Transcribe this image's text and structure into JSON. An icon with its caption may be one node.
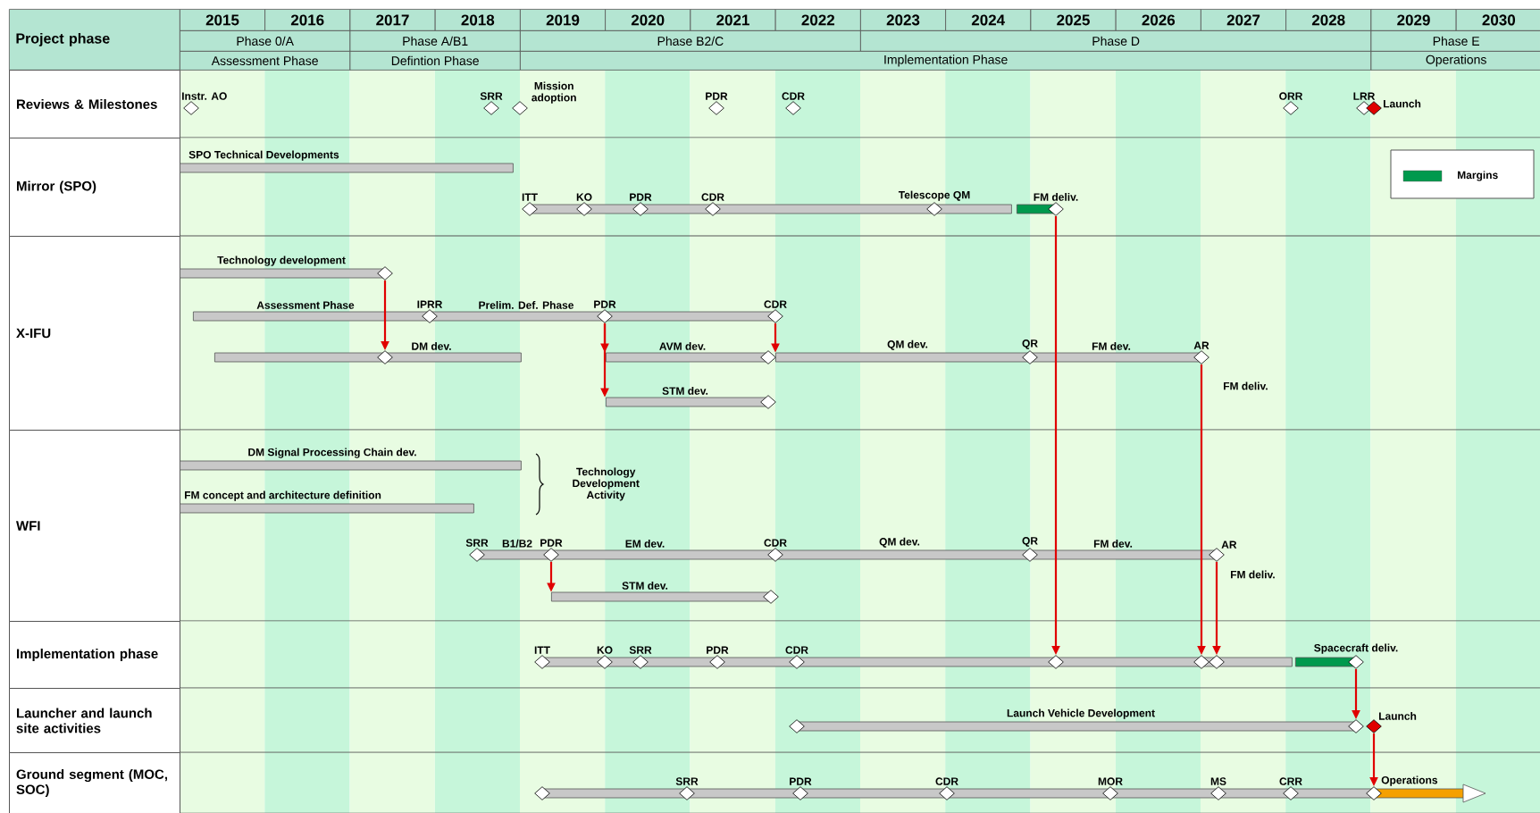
{
  "diagram": {
    "nodes": [
      {
        "text": [
          "Project phase"
        ]
      },
      {
        "text": [
          "2015"
        ]
      },
      {
        "text": [
          "2016"
        ]
      },
      {
        "text": [
          "2017"
        ]
      },
      {
        "text": [
          "2018"
        ]
      },
      {
        "text": [
          "2019"
        ]
      },
      {
        "text": [
          "2020"
        ]
      },
      {
        "text": [
          "2021"
        ]
      },
      {
        "text": [
          "2022"
        ]
      },
      {
        "text": [
          "2023"
        ]
      },
      {
        "text": [
          "2024"
        ]
      },
      {
        "text": [
          "2025"
        ]
      },
      {
        "text": [
          "2026"
        ]
      },
      {
        "text": [
          "2027"
        ]
      },
      {
        "text": [
          "2028"
        ]
      },
      {
        "text": [
          "2029"
        ]
      },
      {
        "text": [
          "2030"
        ]
      },
      {
        "text": [
          "Phase 0/A"
        ]
      },
      {
        "text": [
          "Phase A/B1"
        ]
      },
      {
        "text": [
          "Phase B2/C"
        ]
      },
      {
        "text": [
          "Phase D"
        ]
      },
      {
        "text": [
          "Phase E"
        ]
      },
      {
        "text": [
          "Assessment Phase"
        ]
      },
      {
        "text": [
          "Defintion Phase"
        ]
      },
      {
        "text": [
          "Implementation Phase"
        ]
      },
      {
        "text": [
          "Operations"
        ]
      },
      {
        "text": [
          "Reviews & Milestones"
        ]
      },
      {
        "text": [
          "Instr. AO"
        ]
      },
      {
        "text": [
          "SRR"
        ]
      },
      {
        "text": [
          "Mission adoption"
        ]
      },
      {
        "text": [
          "PDR"
        ]
      },
      {
        "text": [
          "CDR"
        ]
      },
      {
        "text": [
          "ORR"
        ]
      },
      {
        "text": [
          "LRR"
        ]
      },
      {
        "text": [
          "Launch"
        ]
      },
      {
        "text": [
          "Mirror (SPO)"
        ]
      },
      {
        "text": [
          "SPO Technical Developments"
        ]
      },
      {
        "text": [],
        "shape": "bar"
      },
      {
        "text": [],
        "shape": "bar"
      },
      {
        "text": [
          "ITT"
        ]
      },
      {
        "text": [
          "KO"
        ],
        "in": 37
      },
      {
        "text": [
          "PDR"
        ],
        "in": 37
      },
      {
        "text": [
          "CDR"
        ],
        "in": 37
      },
      {
        "text": [
          "Telescope QM"
        ],
        "in": 37
      },
      {
        "text": [
          "FM deliv."
        ]
      },
      {
        "text": [
          "X-IFU"
        ]
      },
      {
        "text": [
          "Technology development"
        ]
      },
      {
        "text": [],
        "shape": "diamond"
      },
      {
        "text": [
          "Assessment Phase",
          "Prelim. Def. Phase"
        ]
      },
      {
        "text": [
          "IPRR"
        ],
        "in": 48
      },
      {
        "text": [
          "PDR"
        ],
        "in": 48
      },
      {
        "text": [
          "CDR"
        ]
      },
      {
        "text": [
          "DM dev."
        ]
      },
      {
        "text": [],
        "shape": "diamond",
        "in": 52
      },
      {
        "text": [
          "AVM dev."
        ]
      },
      {
        "text": [],
        "shape": "diamond"
      },
      {
        "text": [
          "QM dev.",
          "FM dev."
        ]
      },
      {
        "text": [
          "QR"
        ],
        "in": 56
      },
      {
        "text": [
          "AR"
        ]
      },
      {
        "text": [
          "STM dev."
        ]
      },
      {
        "text": [],
        "shape": "diamond"
      },
      {
        "text": [
          "WFI"
        ]
      },
      {
        "text": [
          "DM Signal Processing Chain dev."
        ]
      },
      {
        "text": [
          "FM concept and architecture definition"
        ]
      },
      {
        "text": [
          "B1/B2",
          "EM dev.",
          "QM dev.",
          "FM dev."
        ]
      },
      {
        "text": [
          "SRR"
        ]
      },
      {
        "text": [
          "PDR"
        ],
        "in": 64
      },
      {
        "text": [
          "CDR"
        ],
        "in": 64
      },
      {
        "text": [
          "QR"
        ],
        "in": 64
      },
      {
        "text": [
          "AR"
        ]
      },
      {
        "text": [
          "STM dev."
        ]
      },
      {
        "text": [],
        "shape": "diamond"
      },
      {
        "text": [
          "Implementation phase"
        ]
      },
      {
        "text": [],
        "shape": "bar"
      },
      {
        "text": [],
        "shape": "bar"
      },
      {
        "text": [
          "ITT"
        ]
      },
      {
        "text": [
          "KO"
        ],
        "in": 73
      },
      {
        "text": [
          "SRR"
        ],
        "in": 73
      },
      {
        "text": [
          "PDR"
        ],
        "in": 73
      },
      {
        "text": [
          "CDR"
        ],
        "in": 73
      },
      {
        "text": [],
        "shape": "diamond",
        "in": 73
      },
      {
        "text": [],
        "shape": "diamond",
        "in": 73
      },
      {
        "text": [],
        "shape": "diamond",
        "in": 73
      },
      {
        "text": [
          "Spacecraft deliv."
        ]
      },
      {
        "text": [
          "Launcher and launch site activities"
        ]
      },
      {
        "text": [
          "Launch Vehicle Development"
        ]
      },
      {
        "text": [],
        "shape": "diamond"
      },
      {
        "text": [],
        "shape": "diamond"
      },
      {
        "text": [
          "Launch"
        ]
      },
      {
        "text": [
          "Ground segment (MOC, SOC)"
        ]
      },
      {
        "text": [],
        "shape": "bar"
      },
      {
        "text": [
          "Operations"
        ]
      },
      {
        "text": [],
        "shape": "diamond"
      },
      {
        "text": [
          "SRR"
        ],
        "in": 90
      },
      {
        "text": [
          "PDR"
        ],
        "in": 90
      },
      {
        "text": [
          "CDR"
        ],
        "in": 90
      },
      {
        "text": [
          "MOR"
        ],
        "in": 90
      },
      {
        "text": [
          "MS"
        ],
        "in": 90
      },
      {
        "text": [
          "CRR"
        ],
        "in": 90
      },
      {
        "text": [],
        "shape": "diamond"
      }
    ],
    "edges": [
      {
        "from": 47,
        "to": 53,
        "arrow": "to"
      },
      {
        "from": 50,
        "to": 54,
        "arrow": "to"
      },
      {
        "from": 50,
        "to": 59,
        "arrow": "to"
      },
      {
        "from": 51,
        "to": 56,
        "arrow": "to"
      },
      {
        "from": 44,
        "to": 80,
        "arrow": "to"
      },
      {
        "from": 58,
        "to": 81,
        "arrow": "to",
        "label": "FM deliv."
      },
      {
        "from": 69,
        "to": 82,
        "arrow": "to",
        "label": "FM deliv."
      },
      {
        "from": 66,
        "to": 70,
        "arrow": "to"
      },
      {
        "from": 83,
        "to": 87,
        "arrow": "to"
      },
      {
        "from": 88,
        "to": 99,
        "arrow": "to"
      }
    ],
    "labels": [
      "Technology Development Activity"
    ],
    "legend": [
      {
        "text": "Margins",
        "color": "#00994d"
      }
    ]
  }
}
